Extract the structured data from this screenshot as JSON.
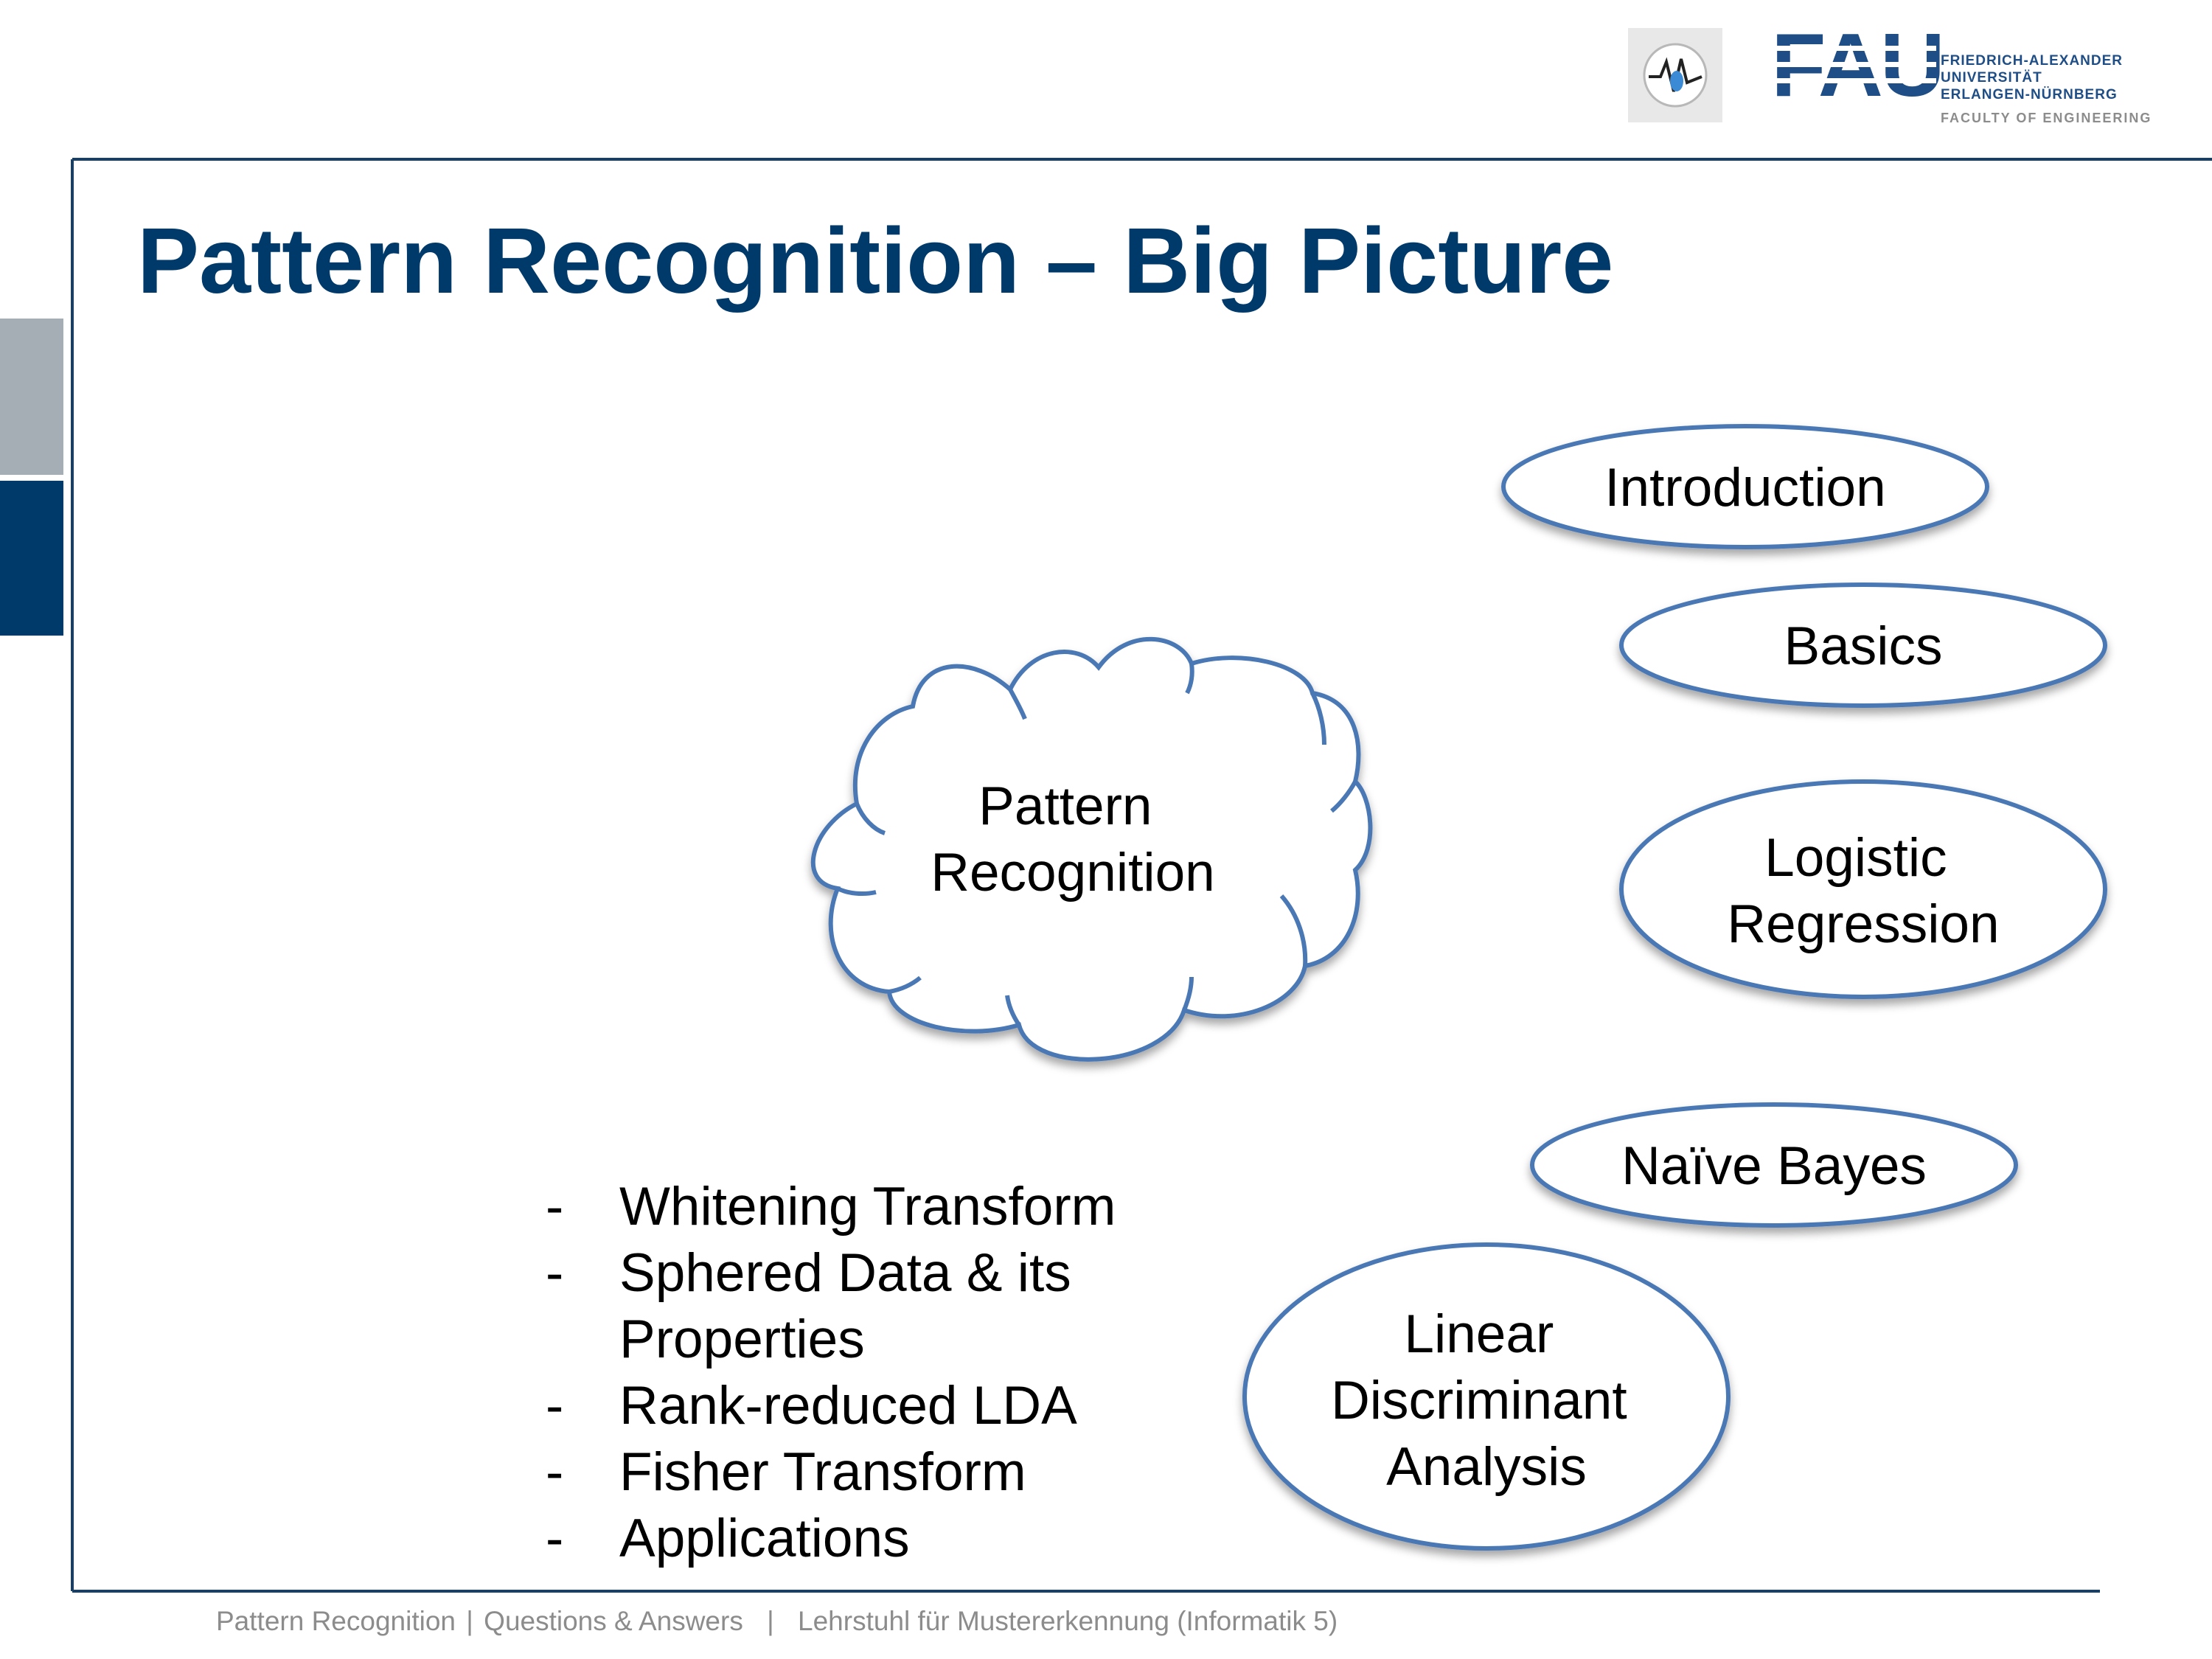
{
  "header": {
    "fau_logo_text": "FAU",
    "university_lines": [
      "FRIEDRICH-ALEXANDER",
      "UNIVERSITÄT",
      "ERLANGEN-NÜRNBERG"
    ],
    "faculty": "FACULTY OF ENGINEERING"
  },
  "slide": {
    "title": "Pattern Recognition – Big Picture"
  },
  "diagram": {
    "center": {
      "lines": [
        "Pattern",
        "Recognition"
      ]
    },
    "topics": [
      {
        "lines": [
          "Introduction"
        ]
      },
      {
        "lines": [
          "Basics"
        ]
      },
      {
        "lines": [
          "Logistic",
          "Regression"
        ]
      },
      {
        "lines": [
          "Naïve Bayes"
        ]
      },
      {
        "lines": [
          "Linear",
          "Discriminant",
          "Analysis"
        ]
      }
    ]
  },
  "bullets": [
    {
      "dash": "-",
      "text": "Whitening Transform"
    },
    {
      "dash": "-",
      "text": "Sphered Data & its Properties"
    },
    {
      "dash": "-",
      "text": "Rank-reduced LDA"
    },
    {
      "dash": "-",
      "text": "Fisher Transform"
    },
    {
      "dash": "-",
      "text": "Applications"
    }
  ],
  "footer": {
    "course": "Pattern Recognition",
    "section": "Questions & Answers",
    "chair": "Lehrstuhl für Mustererkennung (Informatik 5)",
    "separator": "|"
  },
  "colors": {
    "brand_dark": "#003a6b",
    "node_stroke": "#4a78b5",
    "sidebar_gray": "#a6aeb5"
  }
}
